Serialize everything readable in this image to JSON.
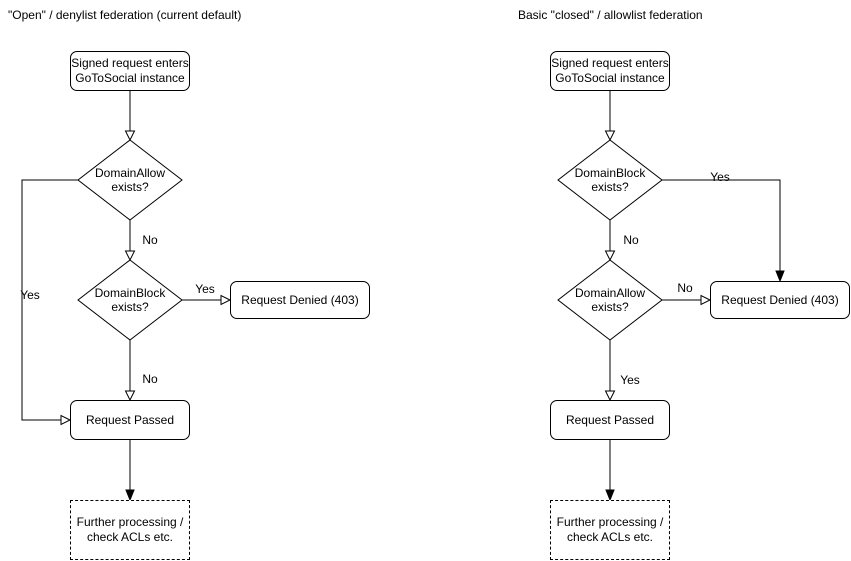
{
  "canvas": {
    "background": "#ffffff",
    "stroke_color": "#000000",
    "node_fill": "#ffffff",
    "text_color": "#000000"
  },
  "left_chart": {
    "title": "\"Open\" / denylist federation (current default)",
    "nodes": {
      "start": [
        "Signed request enters",
        "GoToSocial instance"
      ],
      "allow_decision": [
        "DomainAllow",
        "exists?"
      ],
      "block_decision": [
        "DomainBlock",
        "exists?"
      ],
      "denied": "Request Denied (403)",
      "passed": "Request Passed",
      "further": [
        "Further processing /",
        "check ACLs etc."
      ]
    },
    "edge_labels": {
      "allow_yes": "Yes",
      "allow_no": "No",
      "block_yes": "Yes",
      "block_no": "No"
    }
  },
  "right_chart": {
    "title": "Basic \"closed\" / allowlist federation",
    "nodes": {
      "start": [
        "Signed request enters",
        "GoToSocial instance"
      ],
      "block_decision": [
        "DomainBlock",
        "exists?"
      ],
      "allow_decision": [
        "DomainAllow",
        "exists?"
      ],
      "denied": "Request Denied (403)",
      "passed": "Request Passed",
      "further": [
        "Further processing /",
        "check ACLs etc."
      ]
    },
    "edge_labels": {
      "block_yes": "Yes",
      "block_no": "No",
      "allow_no": "No",
      "allow_yes": "Yes"
    }
  }
}
